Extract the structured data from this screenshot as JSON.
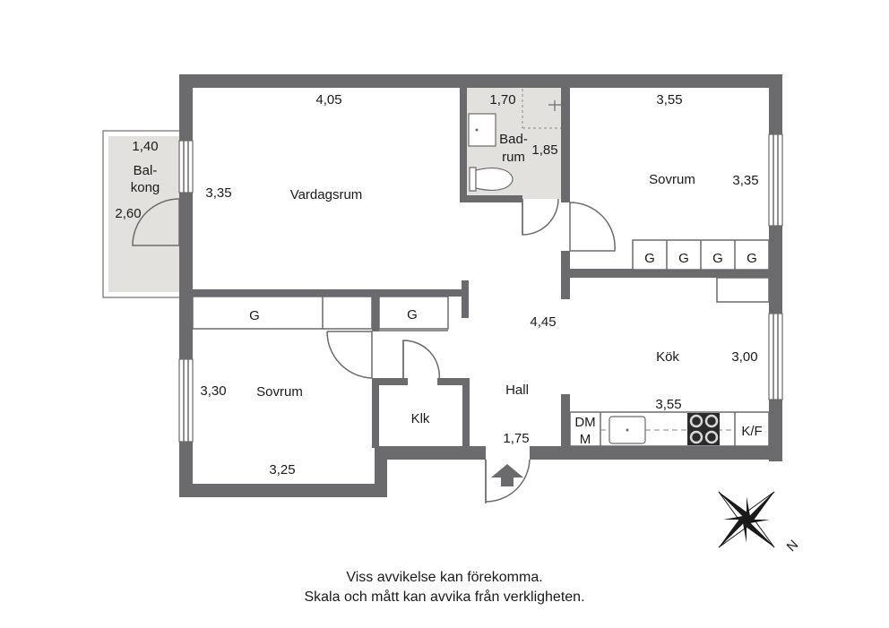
{
  "rooms": {
    "balkong": {
      "name": "Bal-\nkong",
      "dim_w": "1,40",
      "dim_h": "2,60"
    },
    "vardagsrum": {
      "name": "Vardagsrum",
      "dim_w": "4,05",
      "dim_h": "3,35"
    },
    "badrum": {
      "name": "Bad-\nrum",
      "dim_w": "1,70",
      "dim_h": "1,85"
    },
    "sovrum_ne": {
      "name": "Sovrum",
      "dim_w": "3,55",
      "dim_h": "3,35"
    },
    "hall": {
      "name": "Hall",
      "dim_w": "1,75",
      "dim_h": "4,45"
    },
    "kok": {
      "name": "Kök",
      "dim_w": "3,55",
      "dim_h": "3,00"
    },
    "sovrum_sw": {
      "name": "Sovrum",
      "dim_w": "3,25",
      "dim_h": "3,30"
    },
    "klk": {
      "name": "Klk"
    }
  },
  "wardrobe_label": "G",
  "appliances": {
    "dm": "DM",
    "m": "M",
    "kf": "K/F"
  },
  "compass": {
    "north_label": "N"
  },
  "footer": {
    "line1": "Viss avvikelse kan förekomma.",
    "line2": "Skala och mått kan avvika från verkligheten."
  },
  "colors": {
    "wall": "#6b6b6d",
    "wet_area": "#e3e1de"
  }
}
